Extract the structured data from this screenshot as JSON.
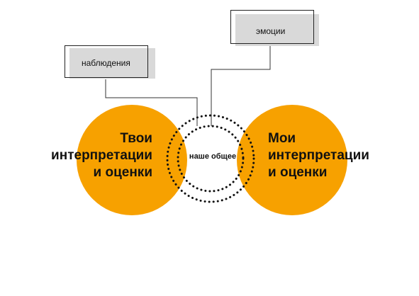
{
  "diagram": {
    "labels": {
      "observations": "наблюдения",
      "emotions": "эмоции",
      "common": "наше общее"
    },
    "your_circle": {
      "lines": [
        "Твои",
        "интерпретации",
        "и оценки"
      ]
    },
    "my_circle": {
      "lines": [
        "Мои",
        "интерпретации",
        "и оценки"
      ]
    },
    "colors": {
      "circle_fill": "#F7A100",
      "text": "#111111",
      "box_shadow": "#d9d9d9",
      "lines": "#333333"
    }
  }
}
